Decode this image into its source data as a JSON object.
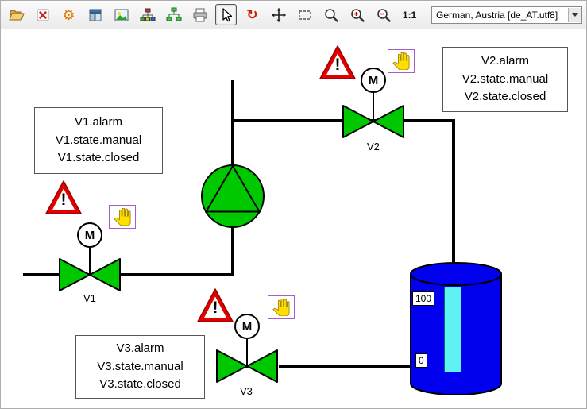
{
  "toolbar": {
    "buttons": [
      {
        "name": "open",
        "icon": "folder-open-icon"
      },
      {
        "name": "close",
        "icon": "close-window-icon"
      },
      {
        "name": "options",
        "icon": "gear-icon"
      },
      {
        "name": "window",
        "icon": "window-icon"
      },
      {
        "name": "image",
        "icon": "image-icon"
      },
      {
        "name": "object-nodes",
        "icon": "nodes-icon"
      },
      {
        "name": "tag-tree",
        "icon": "tree-icon"
      },
      {
        "name": "print",
        "icon": "printer-icon"
      },
      {
        "name": "select-tool",
        "icon": "cursor-icon",
        "active": true
      },
      {
        "name": "reload",
        "icon": "refresh-icon"
      },
      {
        "name": "move-tool",
        "icon": "move-icon"
      },
      {
        "name": "zoom-region",
        "icon": "rectangle-icon"
      },
      {
        "name": "find",
        "icon": "magnifier-icon"
      },
      {
        "name": "zoom-in",
        "icon": "magnifier-plus-icon"
      },
      {
        "name": "zoom-out",
        "icon": "magnifier-minus-icon"
      },
      {
        "name": "zoom-original"
      }
    ],
    "zoom_original_label": "1:1",
    "language_combo": {
      "value": "German, Austria [de_AT.utf8]"
    }
  },
  "diagram": {
    "warning_char": "!",
    "valves": [
      {
        "label": "V1",
        "motor_label": "M",
        "alarm_lines": [
          "V1.alarm",
          "V1.state.manual",
          "V1.state.closed"
        ]
      },
      {
        "label": "V2",
        "motor_label": "M",
        "alarm_lines": [
          "V2.alarm",
          "V2.state.manual",
          "V2.state.closed"
        ]
      },
      {
        "label": "V3",
        "motor_label": "M",
        "alarm_lines": [
          "V3.alarm",
          "V3.state.manual",
          "V3.state.closed"
        ]
      }
    ],
    "tank": {
      "scale_max": "100",
      "scale_min": "0"
    },
    "colors": {
      "device_green": "#00c800",
      "tank_blue": "#0000ee",
      "level_cyan": "#5ff2f2",
      "alarm_red": "#e00000",
      "hand_yellow": "#ffdf00",
      "hand_border_purple": "#a85cc8"
    }
  }
}
